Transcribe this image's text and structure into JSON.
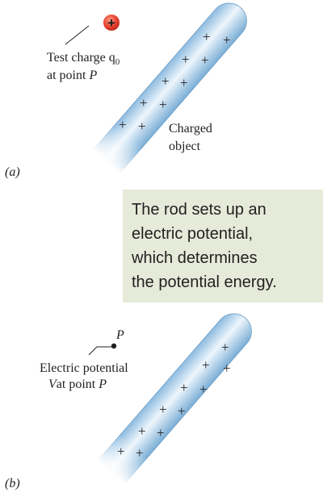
{
  "panel_a": {
    "label": "(a)",
    "test_charge_symbol": "+",
    "test_charge_label_line1": "Test charge q",
    "test_charge_subscript": "0",
    "test_charge_label_line2_prefix": "at point ",
    "point_name": "P",
    "object_label_line1": "Charged",
    "object_label_line2": "object",
    "rod_charge_symbol": "+"
  },
  "callout": {
    "line1": "The rod sets up an",
    "line2": "electric potential,",
    "line3": "which determines",
    "line4": "the potential energy."
  },
  "panel_b": {
    "label": "(b)",
    "point_name": "P",
    "potential_label_line1": "Electric potential",
    "potential_label_line2_prefix": "V",
    "potential_label_line2_suffix": "at point ",
    "rod_charge_symbol": "+"
  },
  "colors": {
    "rod_light": "#e8f3fb",
    "rod_dark": "#7fb2d8",
    "callout_bg": "#e5ead9",
    "test_charge": "#e8402f",
    "text": "#231f20"
  }
}
